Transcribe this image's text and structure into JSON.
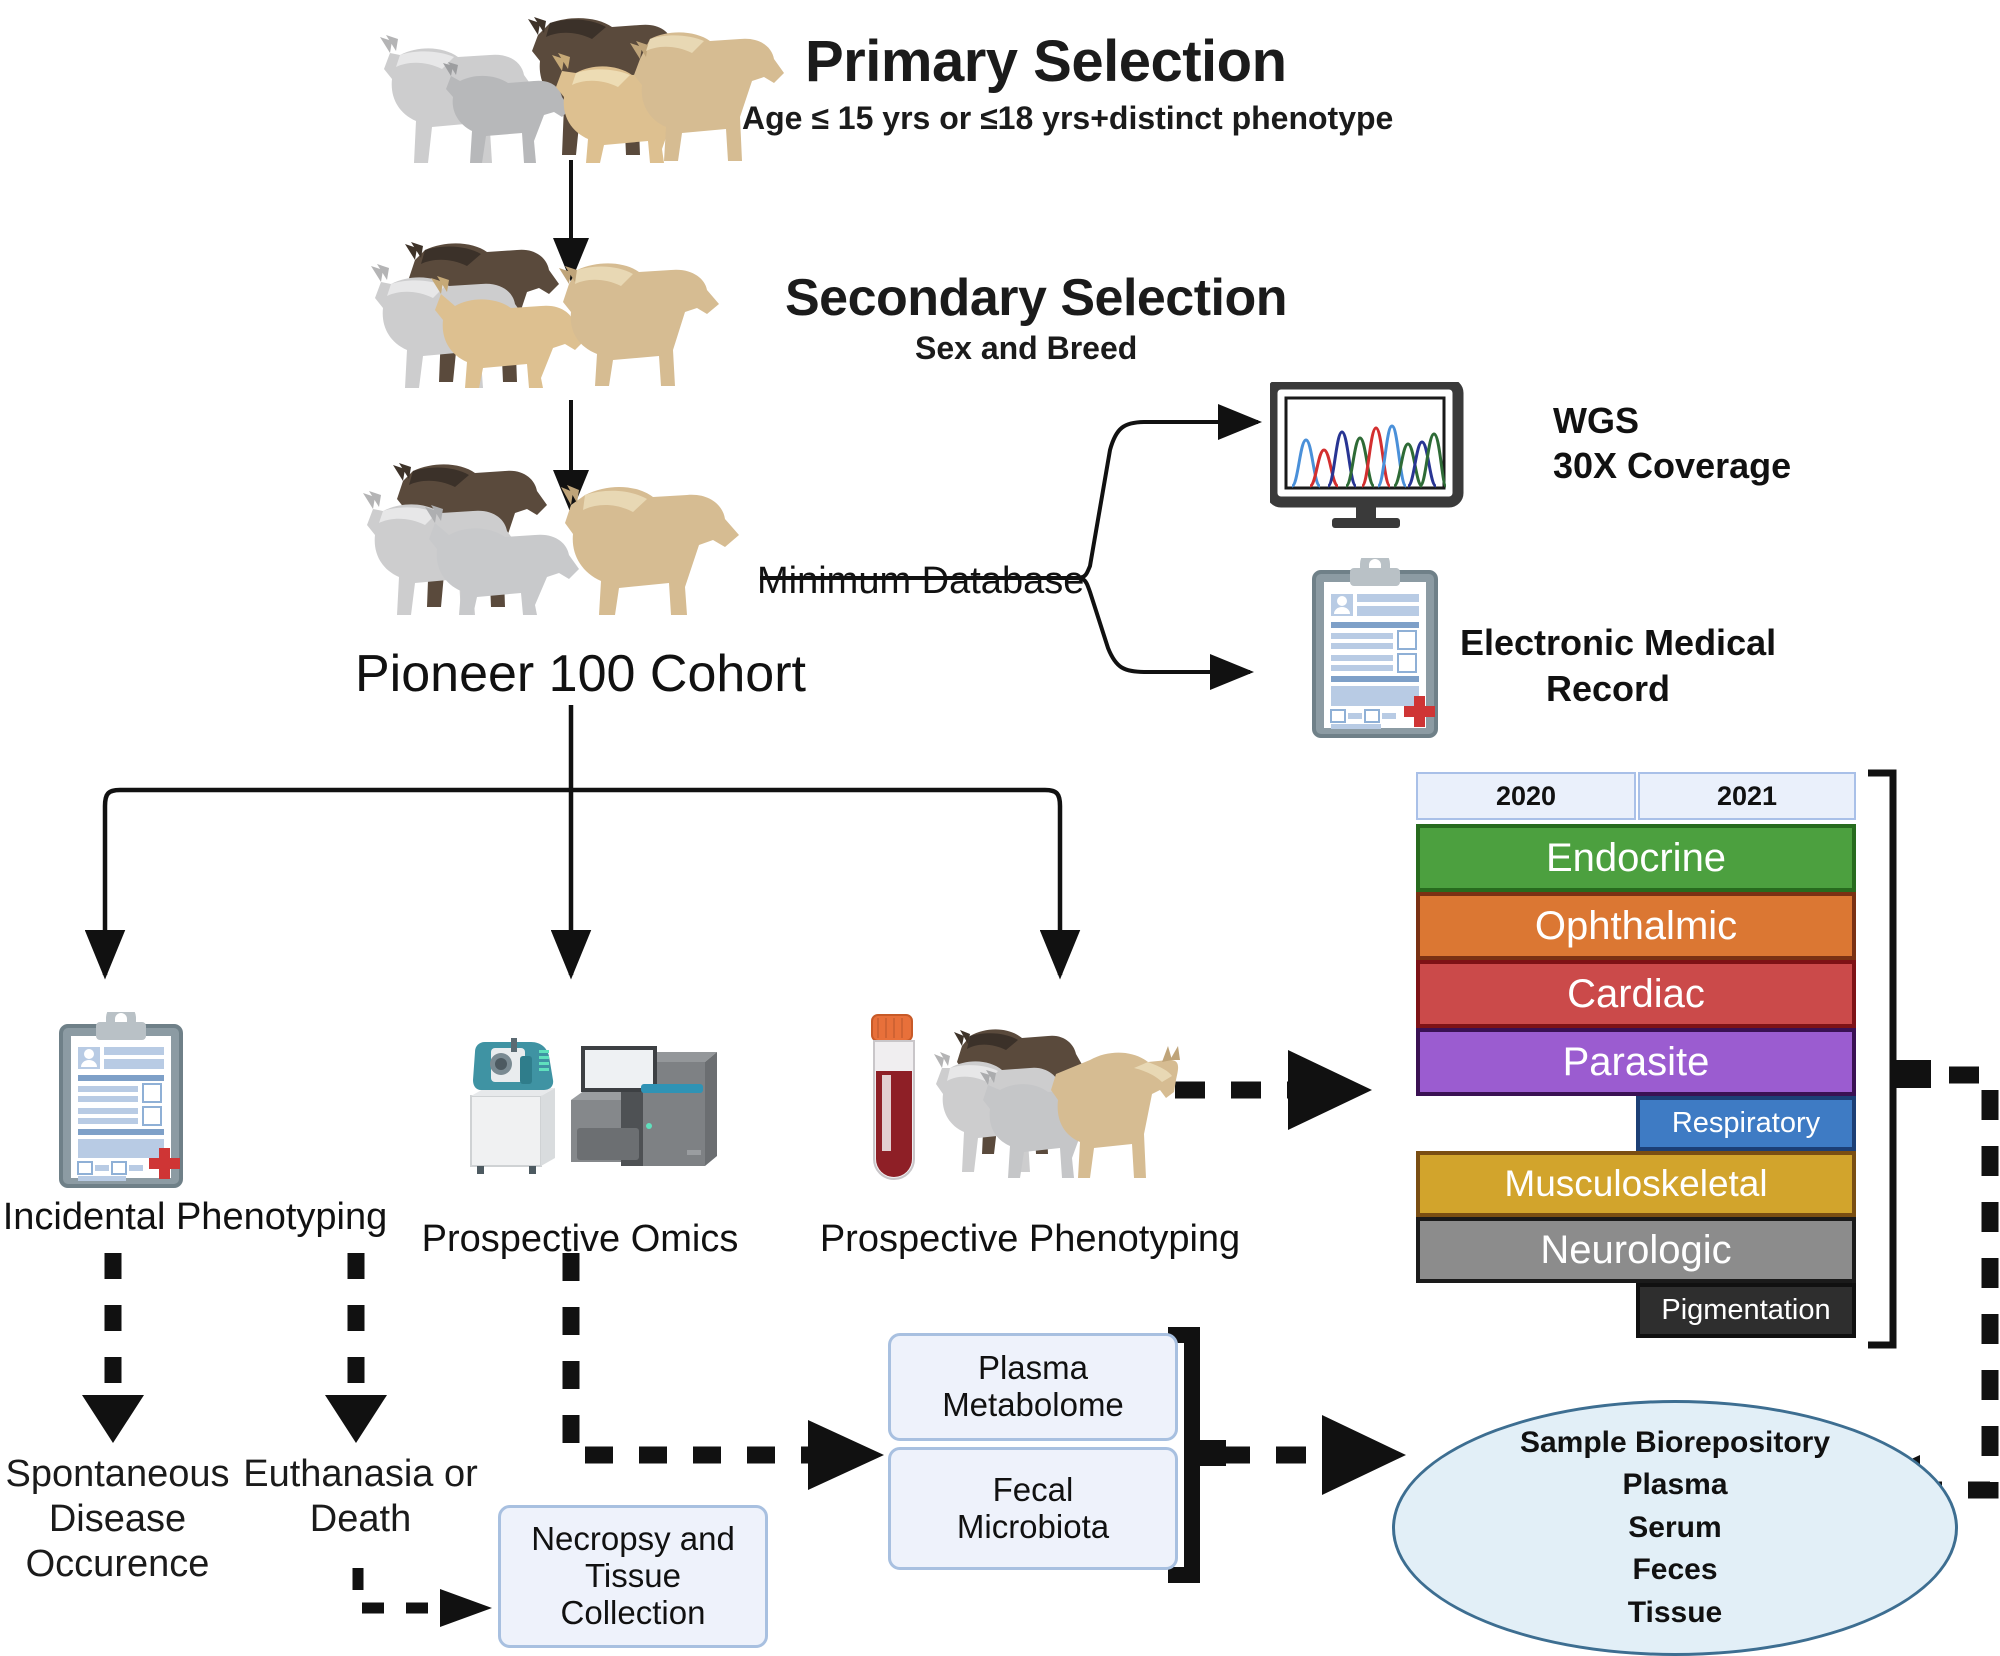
{
  "flow": {
    "primary": {
      "title": "Primary Selection",
      "subtitle": "Age ≤ 15 yrs or ≤18 yrs+distinct  phenotype"
    },
    "secondary": {
      "title": "Secondary Selection",
      "subtitle": "Sex and Breed"
    },
    "cohort_label": "Pioneer 100 Cohort",
    "minimum_database_label": "Minimum Database",
    "wgs": {
      "line1": "WGS",
      "line2": "30X Coverage"
    },
    "emr": {
      "line1": "Electronic Medical",
      "line2": "Record"
    }
  },
  "branches": {
    "incidental": "Incidental Phenotyping",
    "omics": "Prospective Omics",
    "phenotyping": "Prospective Phenotyping"
  },
  "outcomes": {
    "spontaneous": "Spontaneous\nDisease\nOccurence",
    "spontaneous_lines": [
      "Spontaneous",
      "Disease",
      "Occurence"
    ],
    "euthanasia_lines": [
      "Euthanasia or",
      "Death"
    ],
    "necropsy": "Necropsy and Tissue Collection",
    "necropsy_lines": [
      "Necropsy and",
      "Tissue",
      "Collection"
    ]
  },
  "samples": {
    "plasma_metabolome_lines": [
      "Plasma",
      "Metabolome"
    ],
    "fecal_microbiota_lines": [
      "Fecal",
      "Microbiota"
    ]
  },
  "biorepository": {
    "lines": [
      "Sample Biorepository",
      "Plasma",
      "Serum",
      "Feces",
      "Tissue"
    ]
  },
  "chart_data": {
    "type": "bar",
    "title": "Phenotype categories assessed by year",
    "categories": [
      "2020",
      "2021"
    ],
    "axis_headers": [
      "2020",
      "2021"
    ],
    "rows": [
      {
        "label": "Endocrine",
        "years": [
          "2020",
          "2021"
        ],
        "span": "both",
        "color": "#4CA03F",
        "border": "#276B1E",
        "text_color": "#ffffff",
        "font": "large"
      },
      {
        "label": "Ophthalmic",
        "years": [
          "2020",
          "2021"
        ],
        "span": "both",
        "color": "#DB7733",
        "border": "#7A3113",
        "text_color": "#ffffff",
        "font": "large"
      },
      {
        "label": "Cardiac",
        "years": [
          "2020",
          "2021"
        ],
        "span": "both",
        "color": "#CB4A4A",
        "border": "#7E1216",
        "text_color": "#ffffff",
        "font": "large"
      },
      {
        "label": "Parasite",
        "years": [
          "2020",
          "2021"
        ],
        "span": "both",
        "color": "#9B5CD0",
        "border": "#3A1153",
        "text_color": "#ffffff",
        "font": "large"
      },
      {
        "label": "Respiratory",
        "years": [
          "2021"
        ],
        "span": "right",
        "color": "#3E7BC4",
        "border": "#1C3F76",
        "text_color": "#ffffff",
        "font": "small"
      },
      {
        "label": "Musculoskeletal",
        "years": [
          "2020",
          "2021"
        ],
        "span": "both",
        "color": "#D2A42C",
        "border": "#7A4E12",
        "text_color": "#ffffff",
        "font": "large"
      },
      {
        "label": "Neurologic",
        "years": [
          "2020",
          "2021"
        ],
        "span": "both",
        "color": "#8C8C8C",
        "border": "#1a1a1a",
        "text_color": "#ffffff",
        "font": "large"
      },
      {
        "label": "Pigmentation",
        "years": [
          "2021"
        ],
        "span": "right",
        "color": "#2E2E2E",
        "border": "#101010",
        "text_color": "#ffffff",
        "font": "small"
      }
    ],
    "xlabel": "",
    "ylabel": "",
    "legend": "none",
    "grid": false
  },
  "colors": {
    "box_fill": "#eef2fb",
    "box_border": "#a8c0e0",
    "ellipse_fill": "#e2eff7",
    "ellipse_border": "#3d6e91",
    "year_header_fill": "#eaf0fb",
    "year_header_border": "#a9c0e8",
    "arrow": "#111111"
  }
}
